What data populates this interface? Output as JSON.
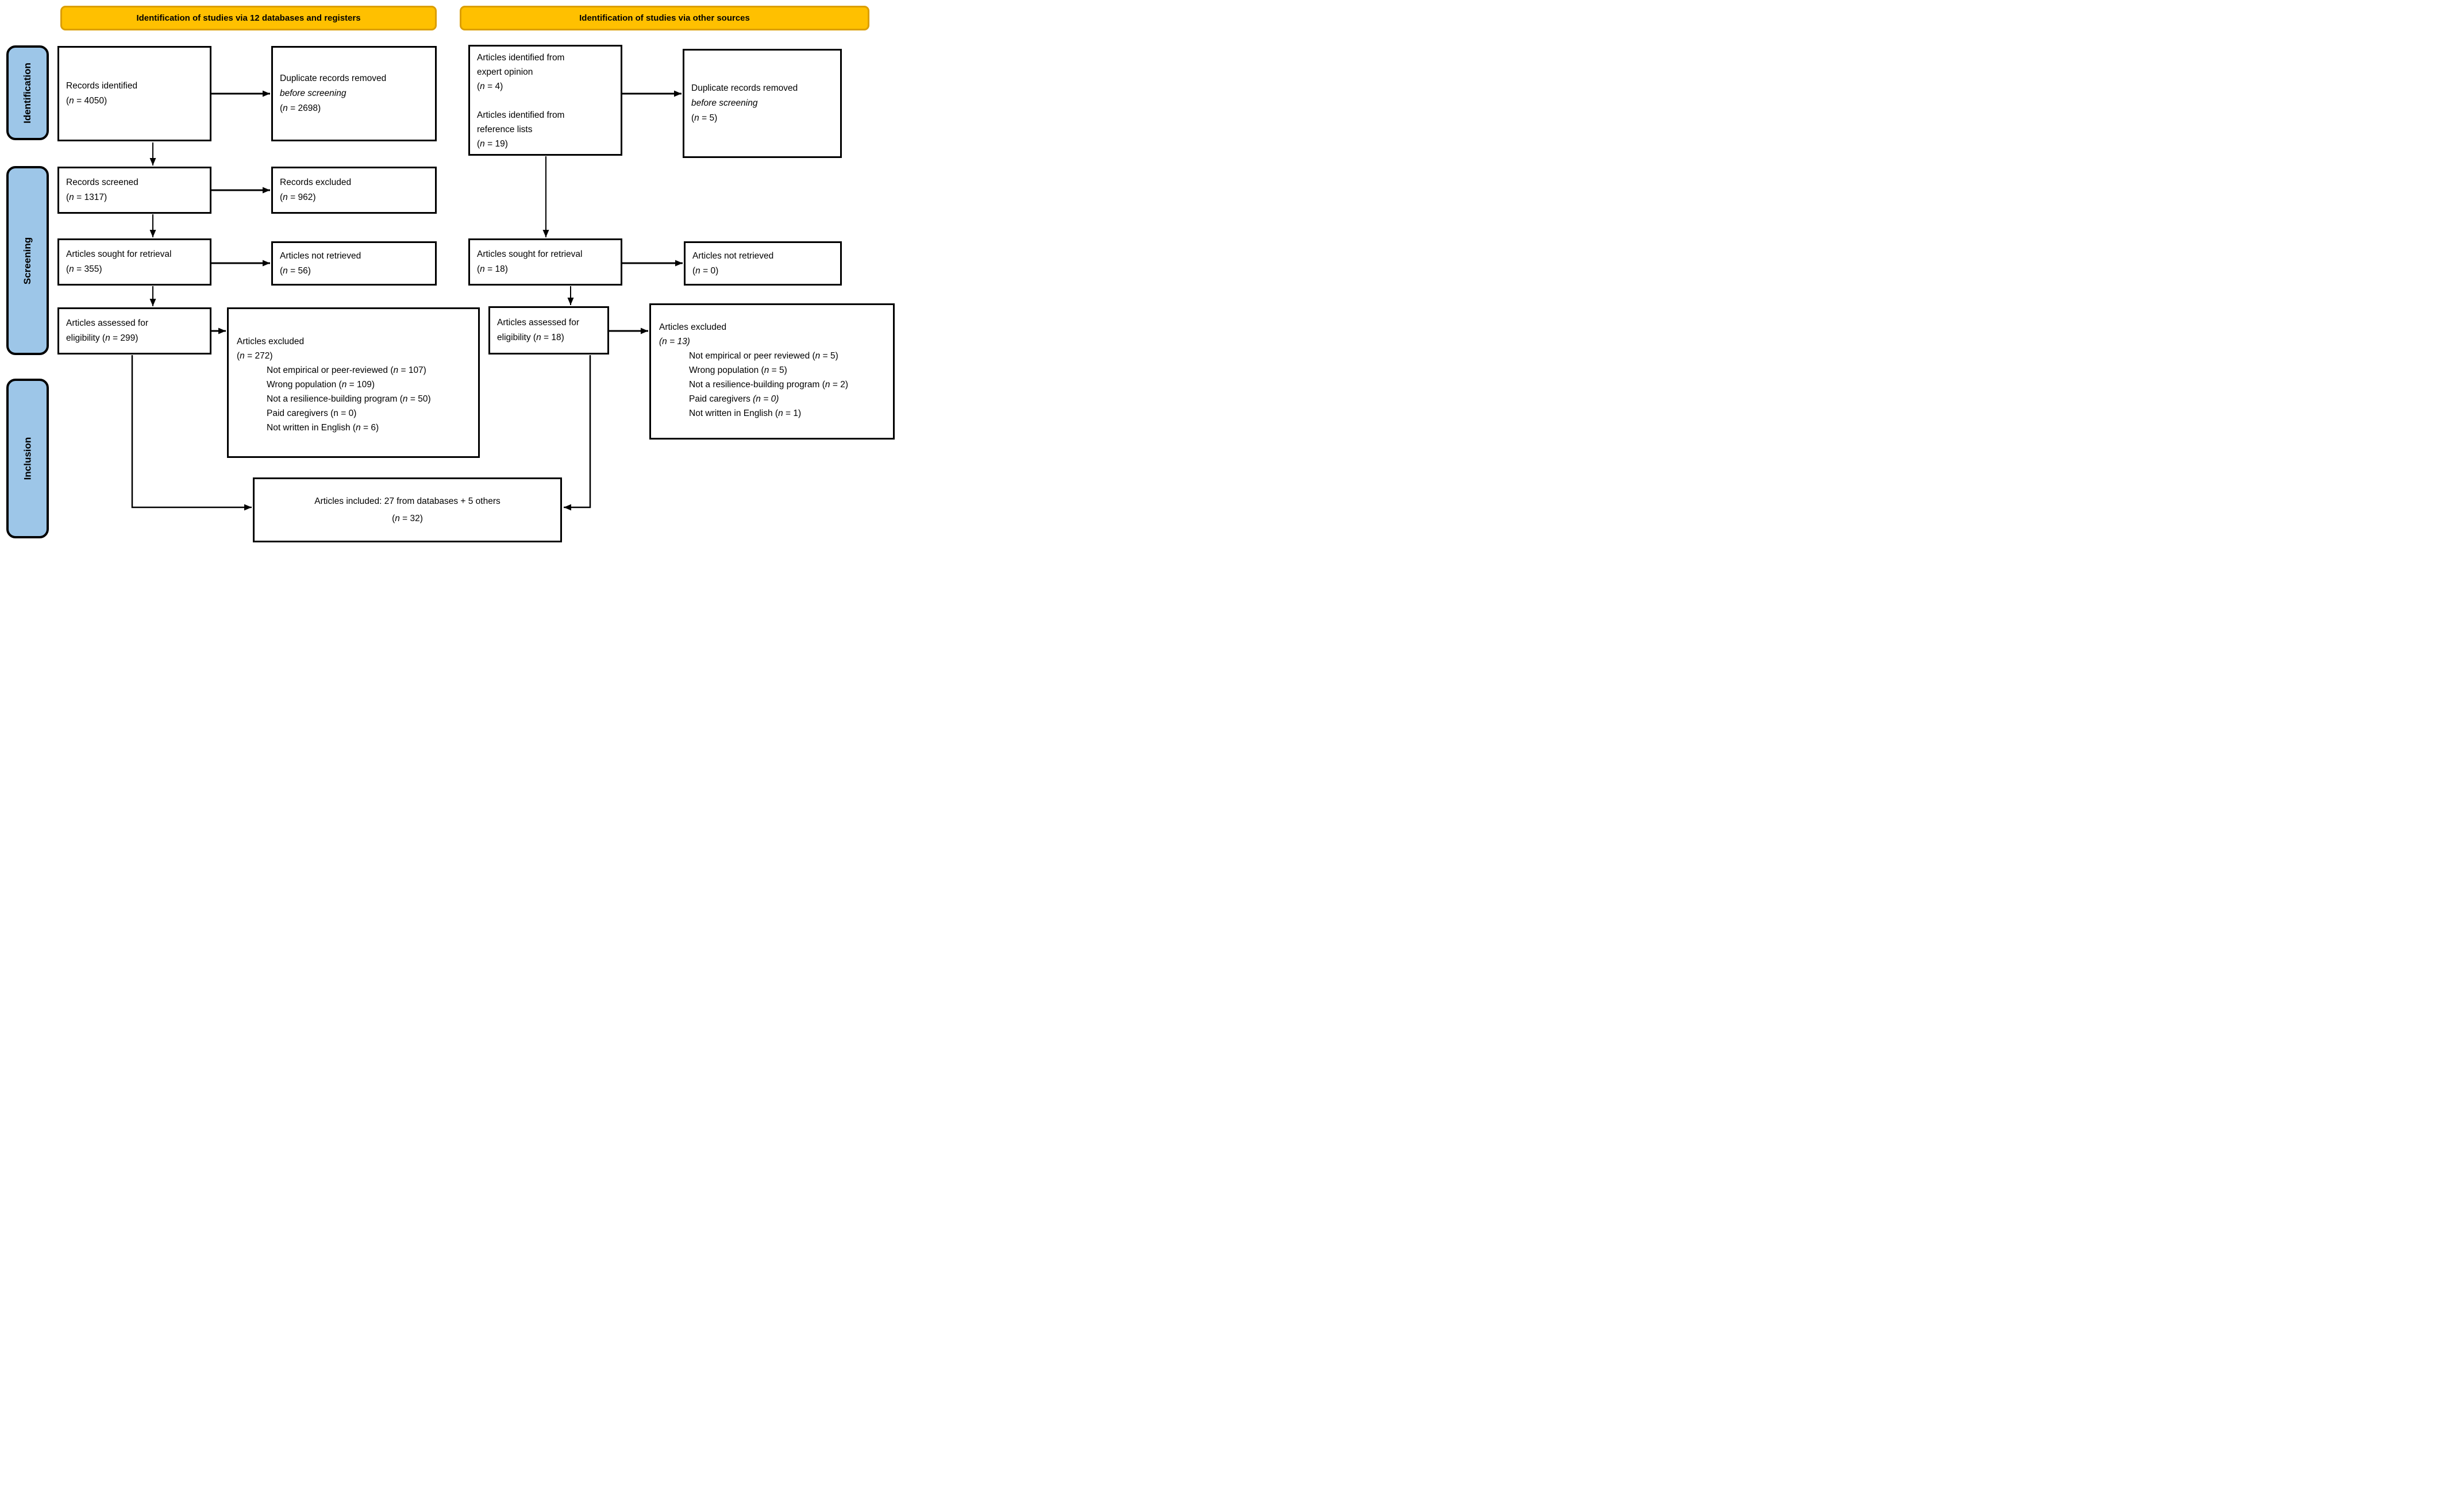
{
  "colors": {
    "header_fill": "#FFC000",
    "header_border": "#DB9E00",
    "stage_fill": "#9DC6E8",
    "line_color": "#000000",
    "background": "#FFFFFF"
  },
  "headers": {
    "left": "Identification of studies via 12 databases and registers",
    "right": "Identification of studies via other sources"
  },
  "stages": {
    "identification": "Identification",
    "screening": "Screening",
    "inclusion": "Inclusion"
  },
  "left_flow": {
    "records_identified": [
      "Records identified",
      "(*n* = 4050)"
    ],
    "duplicates_removed": [
      "Duplicate records removed",
      "*before screening*",
      "(*n* = 2698)"
    ],
    "records_screened": [
      "Records screened",
      "(*n* = 1317)"
    ],
    "records_excluded": [
      "Records excluded",
      "(*n* = 962)"
    ],
    "sought_for_retrieval": [
      "Articles sought for retrieval",
      "(*n* = 355)"
    ],
    "not_retrieved": [
      "Articles not retrieved",
      "(*n* = 56)"
    ],
    "assessed_for_eligibility": [
      "Articles assessed for",
      "eligibility (*n* = 299)"
    ],
    "excluded_heading": [
      "Articles excluded",
      "(*n* = 272)"
    ],
    "excluded_reasons": [
      "Not empirical or peer-reviewed (*n* = 107)",
      "Wrong population (*n* = 109)",
      "Not a resilience-building program (*n* = 50)",
      "Paid caregivers (n = 0)",
      "Not written in English (*n* = 6)"
    ]
  },
  "right_flow": {
    "identified_sources": [
      "Articles identified from",
      "expert opinion",
      "(*n* = 4)",
      "",
      "Articles identified from",
      "reference lists",
      "(*n* = 19)"
    ],
    "duplicates_removed": [
      "Duplicate records removed",
      "*before screening*",
      "(*n* = 5)"
    ],
    "sought_for_retrieval": [
      "Articles sought for retrieval",
      "(*n* = 18)"
    ],
    "not_retrieved": [
      "Articles not retrieved",
      "(*n* = 0)"
    ],
    "assessed_for_eligibility": [
      "Articles assessed for",
      "eligibility (*n* = 18)"
    ],
    "excluded_heading": [
      "Articles excluded",
      "*(n = 13)*"
    ],
    "excluded_reasons": [
      "Not empirical or peer reviewed (*n* = 5)",
      "Wrong population (*n* = 5)",
      "Not a resilience-building program (*n* = 2)",
      "Paid caregivers *(n = 0)*",
      "Not written in English (*n* = 1)"
    ]
  },
  "included": [
    "Articles included: 27 from databases + 5 others",
    "(*n* = 32)"
  ]
}
